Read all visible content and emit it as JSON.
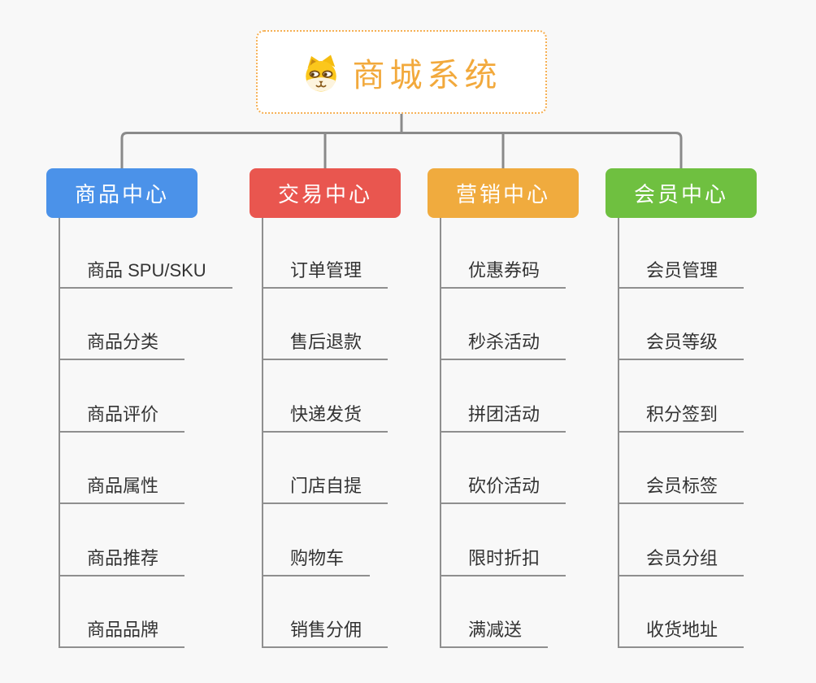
{
  "root": {
    "title": "商城系统",
    "icon": "dog-face-icon",
    "text_color": "#F2A93C",
    "border_color": "#F6B054",
    "background": "#FFFFFF"
  },
  "branches": [
    {
      "label": "商品中心",
      "color": "#4B92E9",
      "items": [
        "商品 SPU/SKU",
        "商品分类",
        "商品评价",
        "商品属性",
        "商品推荐",
        "商品品牌"
      ]
    },
    {
      "label": "交易中心",
      "color": "#E9564F",
      "items": [
        "订单管理",
        "售后退款",
        "快递发货",
        "门店自提",
        "购物车",
        "销售分佣"
      ]
    },
    {
      "label": "营销中心",
      "color": "#F0AB3E",
      "items": [
        "优惠券码",
        "秒杀活动",
        "拼团活动",
        "砍价活动",
        "限时折扣",
        "满减送"
      ]
    },
    {
      "label": "会员中心",
      "color": "#6FC040",
      "items": [
        "会员管理",
        "会员等级",
        "积分签到",
        "会员标签",
        "会员分组",
        "收货地址"
      ]
    }
  ],
  "colors": {
    "background": "#F8F8F8",
    "connector_line": "#8A8A8A",
    "leaf_line": "#8F8F8F",
    "leaf_text": "#333333"
  }
}
